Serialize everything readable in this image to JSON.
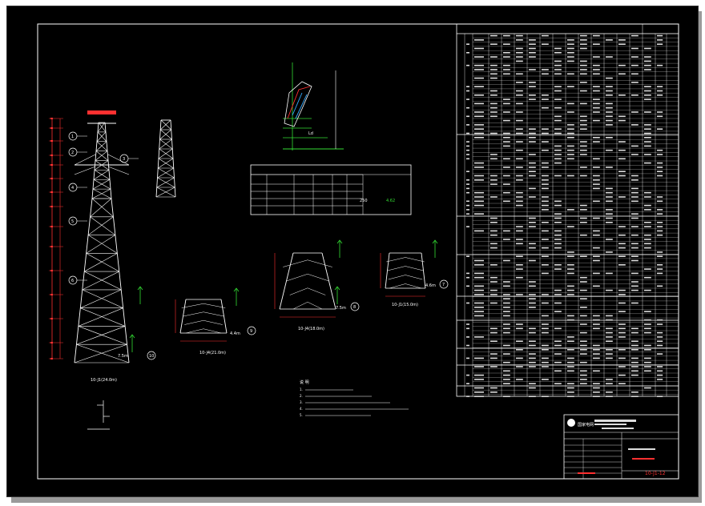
{
  "diagram": {
    "labels": {
      "main_tower": "10-J1(24.0m)",
      "leg_a": "10-J4(21.0m)",
      "leg_b": "10-J4(18.0m)",
      "leg_c": "10-J1(15.0m)",
      "base_a": "7.5m",
      "base_b": "7.5m",
      "base_c": "4.4m",
      "base_d": "4.6m",
      "circle_9": "9",
      "circle_8": "8",
      "circle_7": "7",
      "circle_10": "10",
      "detail_title": "Ld",
      "notes_title": "说 明",
      "ground_title": "",
      "table_param_value_1": "250",
      "table_param_value_2": "4.62"
    },
    "tower_callouts": [
      "1",
      "2",
      "3",
      "4",
      "5",
      "6"
    ],
    "notes": [
      "1. ",
      "2. ",
      "3. ",
      "4. ",
      "5. "
    ],
    "title_block": {
      "company": "国家电网",
      "drawing_no": "10-J1-12"
    },
    "colors": {
      "background": "#000000",
      "lines": "#ffffff",
      "dims": "#ff3030",
      "marks": "#33dd33"
    }
  }
}
